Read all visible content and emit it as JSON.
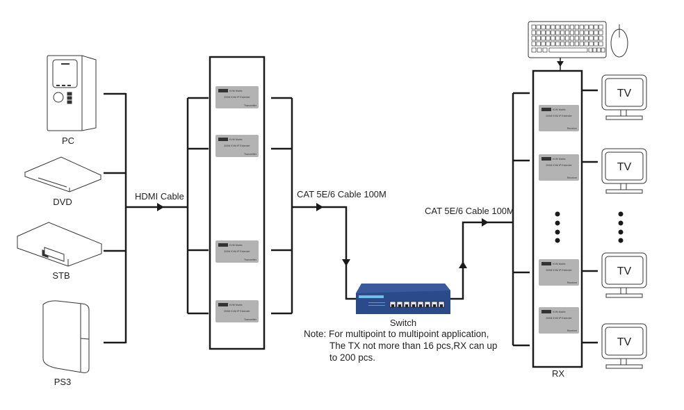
{
  "sources": [
    {
      "label": "PC",
      "icon": "pc-tower-icon"
    },
    {
      "label": "DVD",
      "icon": "dvd-player-icon"
    },
    {
      "label": "STB",
      "icon": "set-top-box-icon"
    },
    {
      "label": "PS3",
      "icon": "ps3-console-icon"
    }
  ],
  "cables": {
    "hdmi": "HDMI Cable",
    "cat_tx": "CAT 5E/6 Cable 100M",
    "cat_rx": "CAT 5E/6 Cable 100M"
  },
  "transmitters": {
    "count_shown": 4,
    "module": {
      "brand": "HDMI",
      "line1": "KVM Matrix",
      "line2": "200M KVM IP Extender",
      "role": "Transmitter"
    }
  },
  "switch": {
    "label": "Switch",
    "ports": 8,
    "color": "#2b4a8a"
  },
  "receivers": {
    "label": "RX",
    "count_shown": 4,
    "module": {
      "brand": "HDMI",
      "line1": "KVM Matrix",
      "line2": "200M KVM IP Extender",
      "role": "Receiver"
    }
  },
  "peripherals": [
    "keyboard-icon",
    "mouse-icon"
  ],
  "displays": {
    "label": "TV",
    "count_shown": 4
  },
  "note": {
    "line1": "Note: For multipoint to multipoint application,",
    "line2": "The TX not more than 16 pcs,RX can up",
    "line3": "to 200 pcs."
  },
  "colors": {
    "line": "#1a1a1a",
    "module": "#b3b3b3",
    "switch": "#2b4a8a"
  }
}
